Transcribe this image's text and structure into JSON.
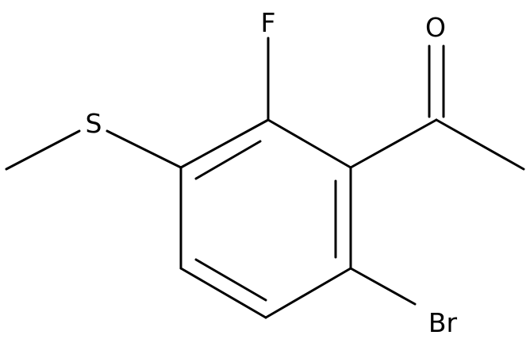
{
  "structure": {
    "atoms": {
      "fluorine": "F",
      "oxygen": "O",
      "sulfur": "S",
      "bromine": "Br"
    }
  },
  "colors": {
    "background": "#ffffff",
    "bond": "#000000",
    "label": "#000000"
  }
}
